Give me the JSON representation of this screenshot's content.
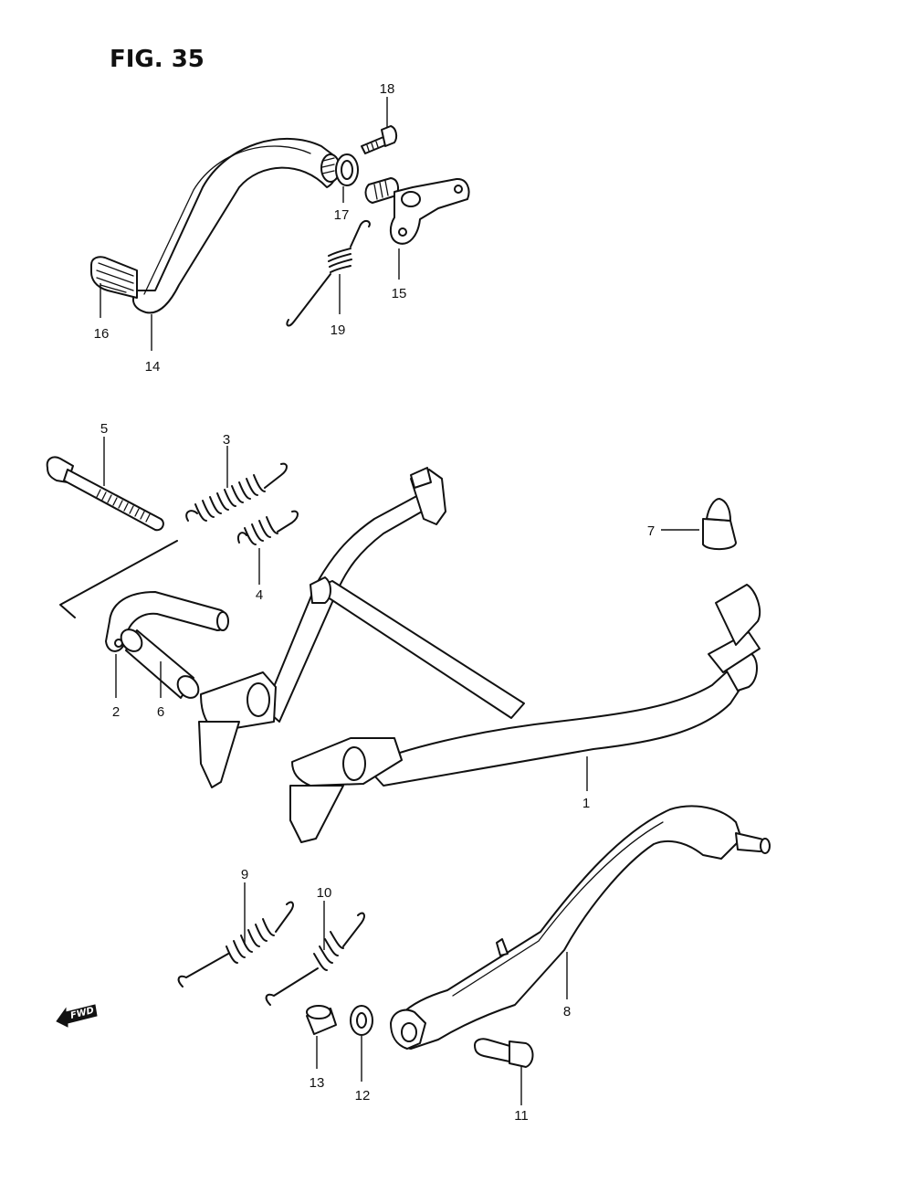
{
  "figure": {
    "title": "FIG. 35"
  },
  "direction_label": "FWD",
  "parts": [
    {
      "id": "p1",
      "number": "1",
      "kind": "center-stand"
    },
    {
      "id": "p2",
      "number": "2",
      "kind": "stand-arm"
    },
    {
      "id": "p3",
      "number": "3",
      "kind": "spring"
    },
    {
      "id": "p4",
      "number": "4",
      "kind": "spring"
    },
    {
      "id": "p5",
      "number": "5",
      "kind": "bolt"
    },
    {
      "id": "p6",
      "number": "6",
      "kind": "sleeve"
    },
    {
      "id": "p7",
      "number": "7",
      "kind": "stopper"
    },
    {
      "id": "p8",
      "number": "8",
      "kind": "side-stand"
    },
    {
      "id": "p9",
      "number": "9",
      "kind": "spring"
    },
    {
      "id": "p10",
      "number": "10",
      "kind": "spring"
    },
    {
      "id": "p11",
      "number": "11",
      "kind": "bolt"
    },
    {
      "id": "p12",
      "number": "12",
      "kind": "washer"
    },
    {
      "id": "p13",
      "number": "13",
      "kind": "nut"
    },
    {
      "id": "p14",
      "number": "14",
      "kind": "brake-pedal"
    },
    {
      "id": "p15",
      "number": "15",
      "kind": "pedal-bracket"
    },
    {
      "id": "p16",
      "number": "16",
      "kind": "pedal-rubber"
    },
    {
      "id": "p17",
      "number": "17",
      "kind": "washer"
    },
    {
      "id": "p18",
      "number": "18",
      "kind": "bolt"
    },
    {
      "id": "p19",
      "number": "19",
      "kind": "spring"
    }
  ]
}
